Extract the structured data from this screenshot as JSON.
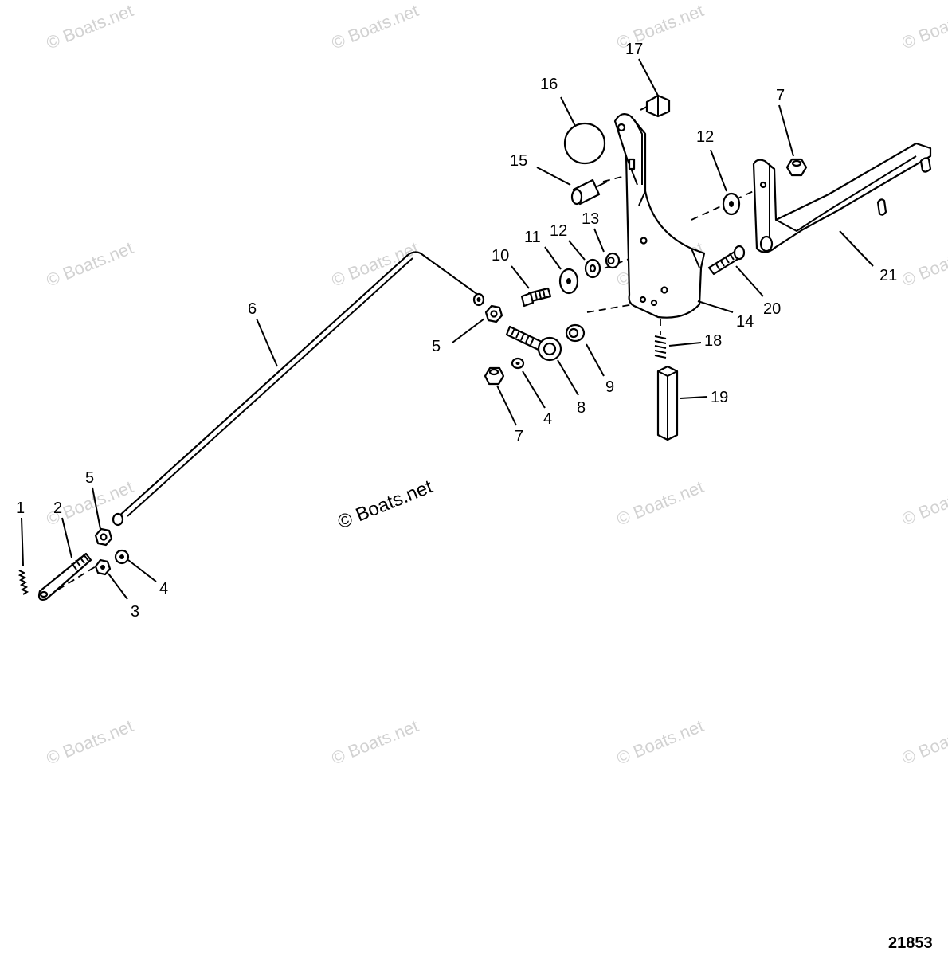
{
  "watermark": {
    "text": "© Boats.net",
    "main_text": "© Boats.net"
  },
  "figure_number": "21853",
  "callouts": [
    {
      "id": "c1",
      "text": "1"
    },
    {
      "id": "c2",
      "text": "2"
    },
    {
      "id": "c5a",
      "text": "5"
    },
    {
      "id": "c3",
      "text": "3"
    },
    {
      "id": "c4a",
      "text": "4"
    },
    {
      "id": "c6",
      "text": "6"
    },
    {
      "id": "c5b",
      "text": "5"
    },
    {
      "id": "c7a",
      "text": "7"
    },
    {
      "id": "c4b",
      "text": "4"
    },
    {
      "id": "c8",
      "text": "8"
    },
    {
      "id": "c9",
      "text": "9"
    },
    {
      "id": "c10",
      "text": "10"
    },
    {
      "id": "c11",
      "text": "11"
    },
    {
      "id": "c12a",
      "text": "12"
    },
    {
      "id": "c13",
      "text": "13"
    },
    {
      "id": "c14",
      "text": "14"
    },
    {
      "id": "c15",
      "text": "15"
    },
    {
      "id": "c16",
      "text": "16"
    },
    {
      "id": "c17",
      "text": "17"
    },
    {
      "id": "c18",
      "text": "18"
    },
    {
      "id": "c19",
      "text": "19"
    },
    {
      "id": "c20",
      "text": "20"
    },
    {
      "id": "c12b",
      "text": "12"
    },
    {
      "id": "c7b",
      "text": "7"
    },
    {
      "id": "c21",
      "text": "21"
    }
  ]
}
